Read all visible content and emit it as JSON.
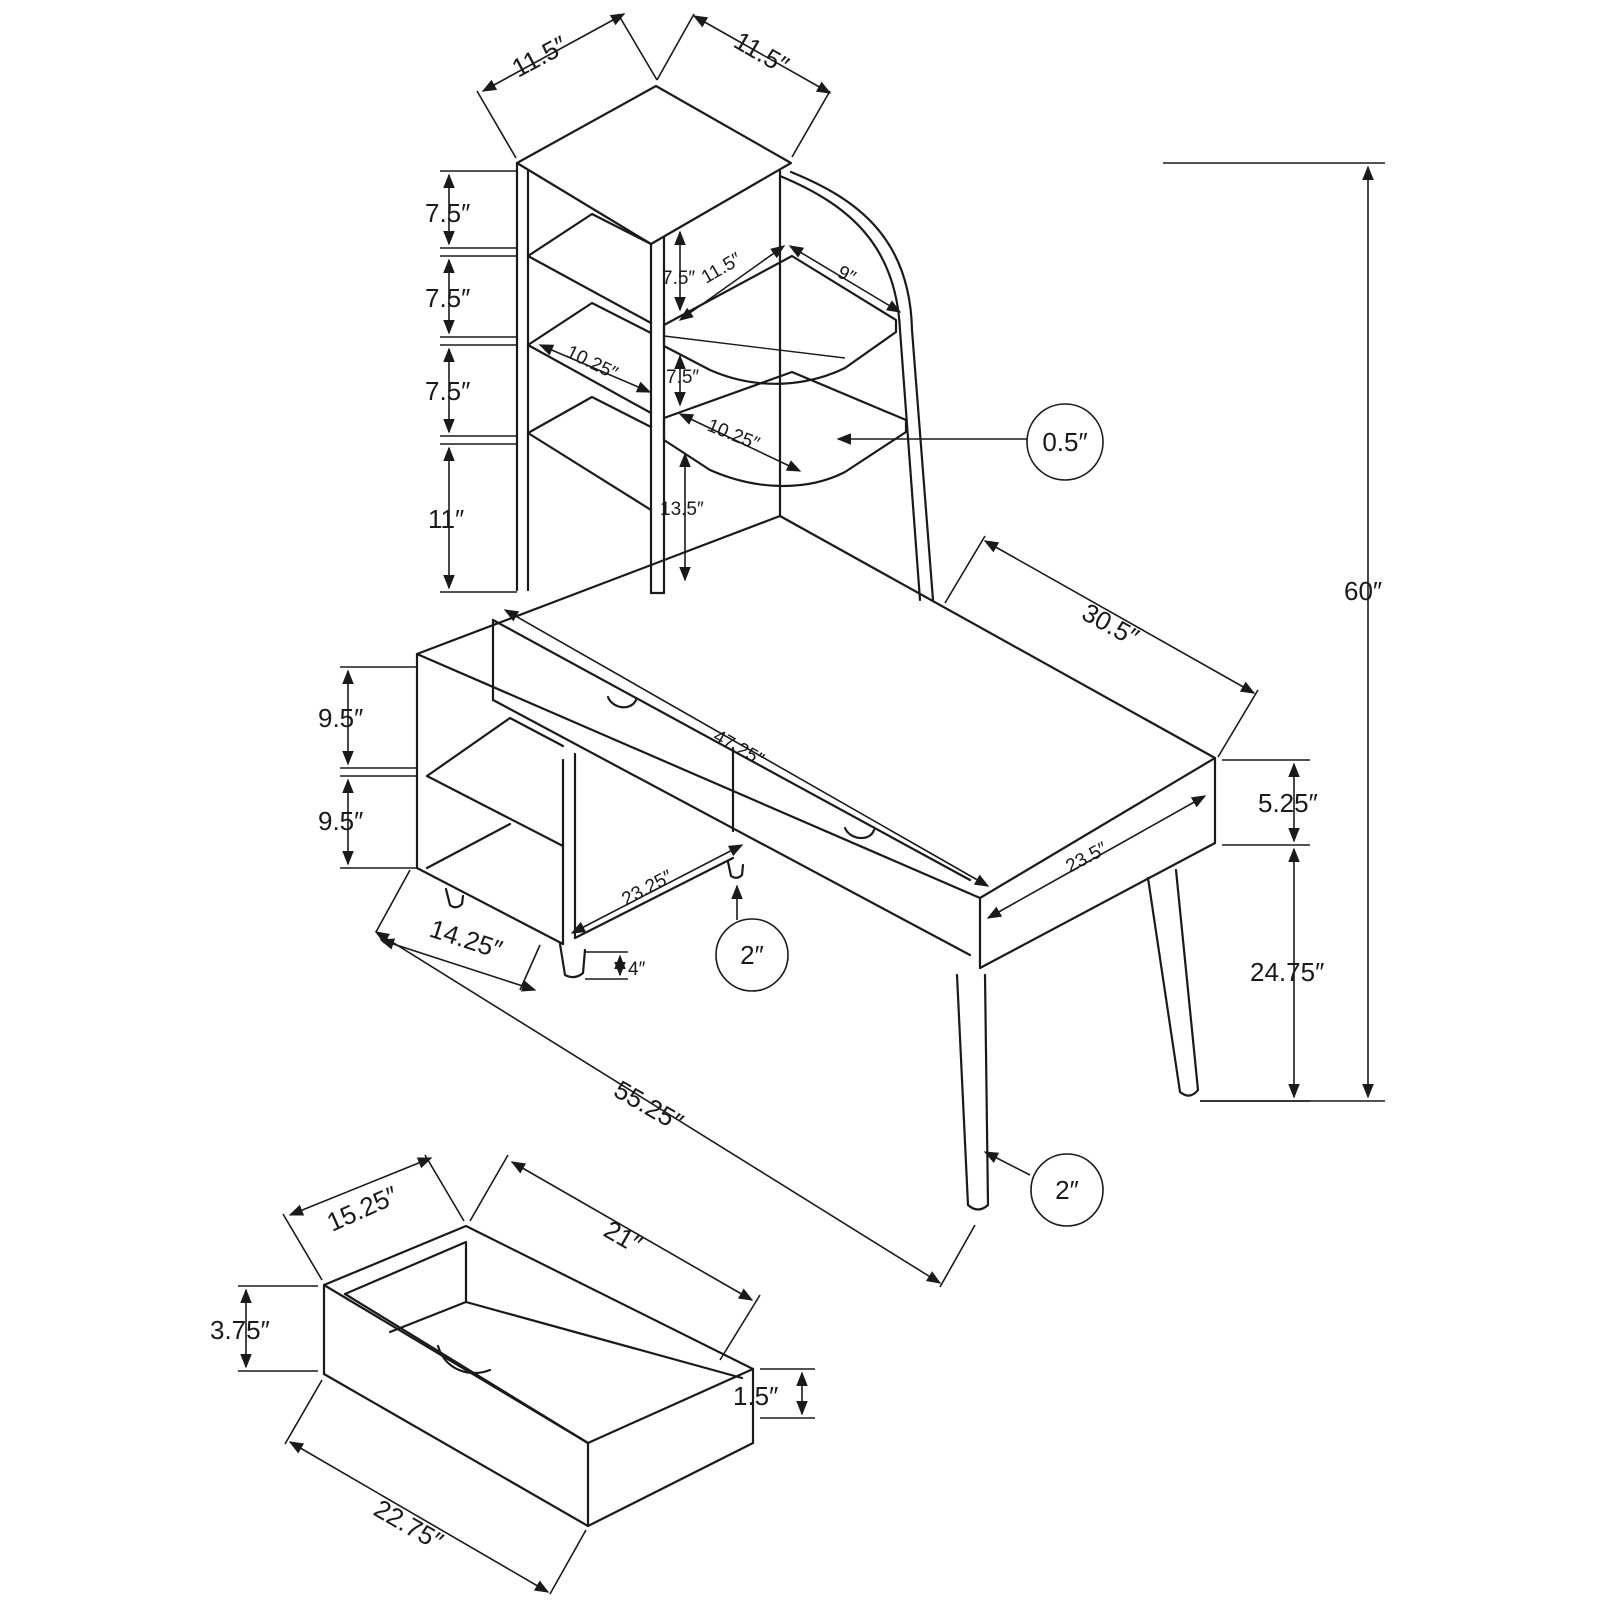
{
  "unit_mark": "″",
  "dimensions": {
    "shelf_top_depth": "11.5″",
    "shelf_top_width": "11.5″",
    "overall_height": "60″",
    "shelf_gap_1": "7.5″",
    "shelf_gap_2": "7.5″",
    "shelf_gap_3": "7.5″",
    "shelf_gap_4": "11″",
    "inner_gap_top": "7.5″",
    "inner_width_top": "11.5″",
    "corner_shelf_width": "9″",
    "shelf_depth_left": "10.25″",
    "corner_gap": "7.5″",
    "corner_shelf_depth": "10.25″",
    "lower_opening": "13.5″",
    "shelf_thickness": "0.5″",
    "desk_depth": "30.5″",
    "desk_top_length": "47.25″",
    "left_cubby_upper": "9.5″",
    "left_cubby_lower": "9.5″",
    "apron_height": "5.25″",
    "drawer_opening_width": "23.5″",
    "leg_clearance": "24.75″",
    "knee_space_width": "23.25″",
    "leg_dia_front": "2″",
    "cabinet_depth": "14.25″",
    "foot_height": "4″",
    "overall_width": "55.25″",
    "leg_dia_rear": "2″",
    "drawer_depth": "15.25″",
    "drawer_inner_length": "21″",
    "drawer_front_height": "3.75″",
    "drawer_side_height": "1.5″",
    "drawer_front_width": "22.75″"
  }
}
